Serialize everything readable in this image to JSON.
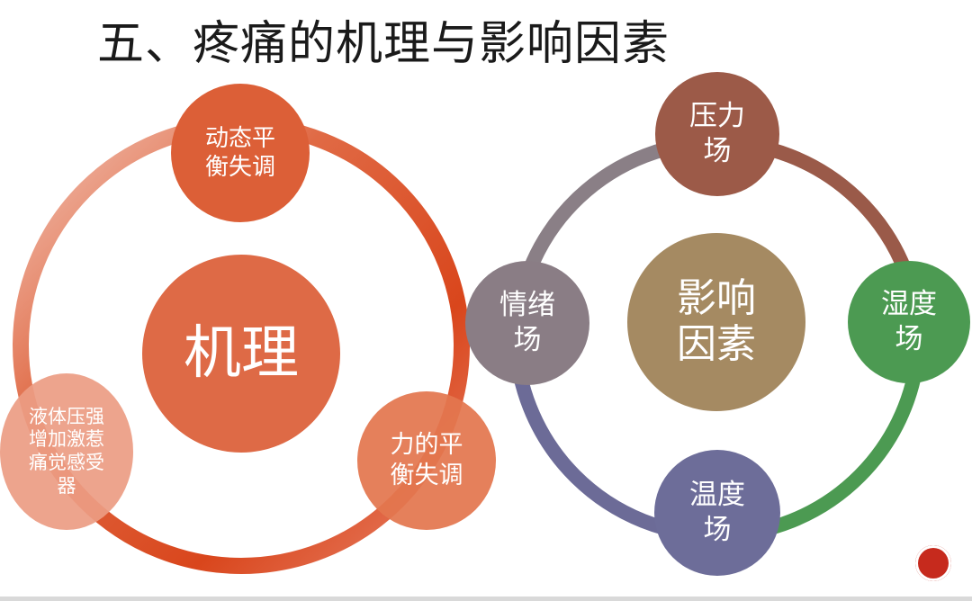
{
  "title": "五、疼痛的机理与影响因素",
  "mechanism": {
    "center": "机理",
    "nodes": {
      "top": "动态平\n衡失调",
      "bottom_right": "力的平\n衡失调",
      "left": "液体压强\n增加激惹\n痛觉感受\n器"
    },
    "colors": {
      "center": "#de6a46",
      "top": "#dc5f37",
      "bottom_right": "#e3764f",
      "left": "#eb9c83"
    }
  },
  "factors": {
    "center": "影响\n因素",
    "nodes": {
      "top": "压力\n场",
      "right": "湿度\n场",
      "bottom": "温度\n场",
      "left": "情绪\n场"
    },
    "colors": {
      "center": "#a58a62",
      "top": "#9c5a48",
      "right": "#4c9a52",
      "bottom": "#6d6d99",
      "left": "#8a7d85"
    }
  }
}
